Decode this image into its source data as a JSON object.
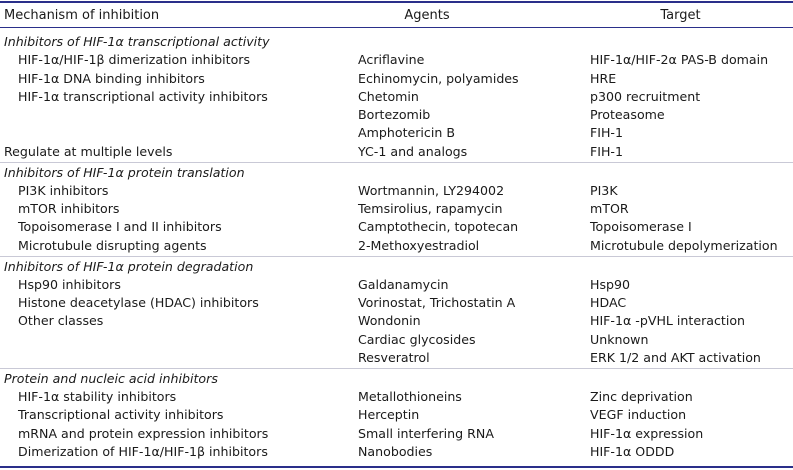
{
  "headers": {
    "mechanism": "Mechanism of inhibition",
    "agents": "Agents",
    "target": "Target"
  },
  "rows": [
    {
      "type": "section",
      "mechanism": "Inhibitors of HIF-1α transcriptional activity",
      "agents": "",
      "target": ""
    },
    {
      "type": "item",
      "mechanism": "HIF-1α/HIF-1β dimerization inhibitors",
      "agents": "Acriflavine",
      "target": "HIF-1α/HIF-2α PAS-B domain"
    },
    {
      "type": "item",
      "mechanism": "HIF-1α DNA binding inhibitors",
      "agents": "Echinomycin, polyamides",
      "target": "HRE"
    },
    {
      "type": "item",
      "mechanism": "HIF-1α transcriptional activity inhibitors",
      "agents": "Chetomin",
      "target": "p300 recruitment"
    },
    {
      "type": "item",
      "mechanism": "",
      "agents": "Bortezomib",
      "target": "Proteasome"
    },
    {
      "type": "item",
      "mechanism": "",
      "agents": "Amphotericin B",
      "target": "FIH-1"
    },
    {
      "type": "plain",
      "mechanism": "Regulate at multiple levels",
      "agents": "YC-1 and analogs",
      "target": "FIH-1"
    },
    {
      "type": "section",
      "mechanism": "Inhibitors of HIF-1α protein translation",
      "agents": "",
      "target": ""
    },
    {
      "type": "item",
      "mechanism": "PI3K inhibitors",
      "agents": "Wortmannin, LY294002",
      "target": "PI3K"
    },
    {
      "type": "item",
      "mechanism": "mTOR inhibitors",
      "agents": "Temsirolius, rapamycin",
      "target": "mTOR"
    },
    {
      "type": "item",
      "mechanism": "Topoisomerase I and II inhibitors",
      "agents": "Camptothecin, topotecan",
      "target": "Topoisomerase I"
    },
    {
      "type": "item",
      "mechanism": "Microtubule disrupting agents",
      "agents": "2-Methoxyestradiol",
      "target": "Microtubule depolymerization"
    },
    {
      "type": "section",
      "mechanism": "Inhibitors of HIF-1α protein degradation",
      "agents": "",
      "target": ""
    },
    {
      "type": "item",
      "mechanism": "Hsp90 inhibitors",
      "agents": "Galdanamycin",
      "target": "Hsp90"
    },
    {
      "type": "item",
      "mechanism": "Histone deacetylase (HDAC) inhibitors",
      "agents": "Vorinostat, Trichostatin A",
      "target": "HDAC"
    },
    {
      "type": "item",
      "mechanism": "Other classes",
      "agents": "Wondonin",
      "target": "HIF-1α -pVHL interaction"
    },
    {
      "type": "item",
      "mechanism": "",
      "agents": "Cardiac glycosides",
      "target": "Unknown"
    },
    {
      "type": "item",
      "mechanism": "",
      "agents": "Resveratrol",
      "target": "ERK 1/2 and AKT activation"
    },
    {
      "type": "section",
      "mechanism": "Protein and nucleic acid inhibitors",
      "agents": "",
      "target": ""
    },
    {
      "type": "item",
      "mechanism": "HIF-1α stability inhibitors",
      "agents": "Metallothioneins",
      "target": "Zinc deprivation"
    },
    {
      "type": "item",
      "mechanism": "Transcriptional activity inhibitors",
      "agents": "Herceptin",
      "target": "VEGF induction"
    },
    {
      "type": "item",
      "mechanism": "mRNA and protein expression inhibitors",
      "agents": "Small interfering RNA",
      "target": "HIF-1α expression"
    },
    {
      "type": "item",
      "mechanism": "Dimerization of HIF-1α/HIF-1β inhibitors",
      "agents": "Nanobodies",
      "target": "HIF-1α ODDD"
    }
  ]
}
